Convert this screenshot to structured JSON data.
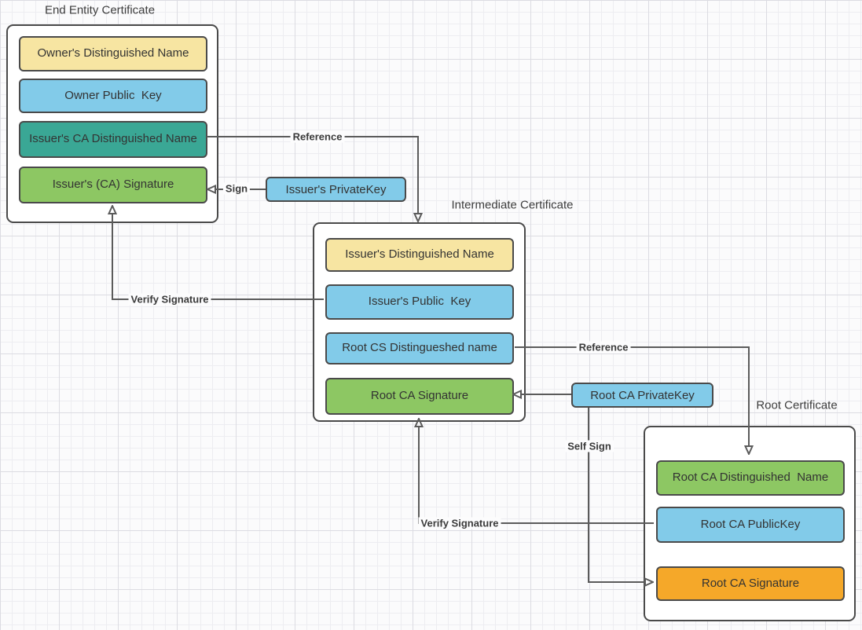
{
  "colors": {
    "yellow": "#F7E5A2",
    "blue": "#82CBE9",
    "teal": "#3AA795",
    "green": "#8DC763",
    "orange": "#F5A829",
    "line": "#5B5B5B",
    "border": "#4A4A4A",
    "text": "#333333"
  },
  "certificates": [
    {
      "title": "End Entity Certificate",
      "fields": [
        {
          "label": "Owner's Distinguished Name",
          "color": "yellow"
        },
        {
          "label": "Owner Public  Key",
          "color": "blue"
        },
        {
          "label": "Issuer's CA Distinguished Name",
          "color": "teal"
        },
        {
          "label": "Issuer's (CA) Signature",
          "color": "green"
        }
      ]
    },
    {
      "title": "Intermediate Certificate",
      "fields": [
        {
          "label": "Issuer's Distinguished Name",
          "color": "yellow"
        },
        {
          "label": "Issuer's Public  Key",
          "color": "blue"
        },
        {
          "label": "Root CS Distingueshed name",
          "color": "blue"
        },
        {
          "label": "Root CA Signature",
          "color": "green"
        }
      ]
    },
    {
      "title": "Root Certificate",
      "fields": [
        {
          "label": "Root CA Distinguished  Name",
          "color": "green"
        },
        {
          "label": "Root CA PublicKey",
          "color": "blue"
        },
        {
          "label": "Root CA Signature",
          "color": "orange"
        }
      ]
    }
  ],
  "keys": [
    {
      "label": "Issuer's PrivateKey"
    },
    {
      "label": "Root CA PrivateKey"
    }
  ],
  "edge_labels": {
    "reference_to_intermediate": "Reference",
    "sign": "Sign",
    "verify_end_entity": "Verify Signature",
    "reference_to_root": "Reference",
    "self_sign": "Self Sign",
    "verify_intermediate": "Verify Signature"
  }
}
